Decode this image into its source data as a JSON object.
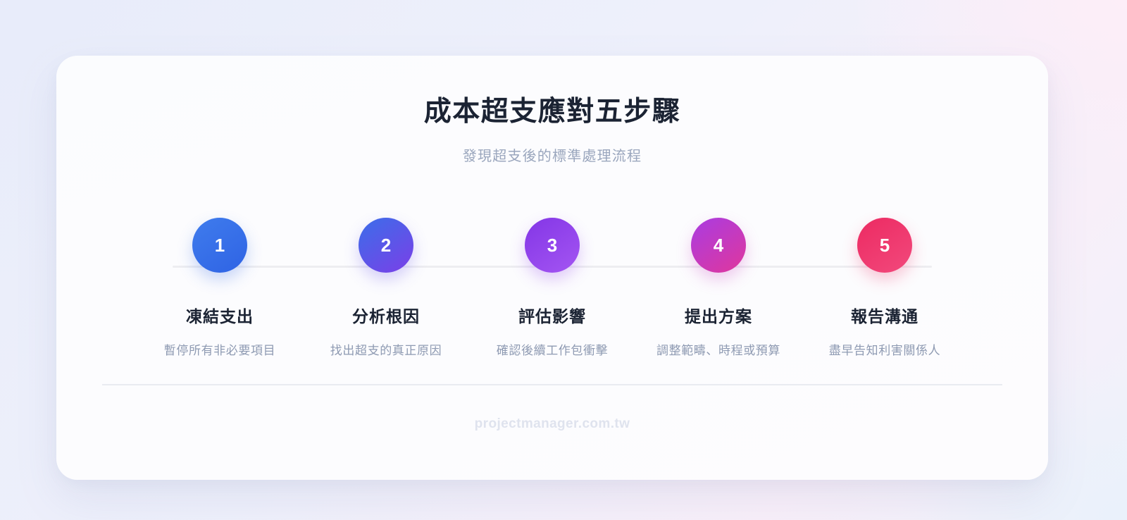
{
  "header": {
    "title": "成本超支應對五步驟",
    "subtitle": "發現超支後的標準處理流程"
  },
  "steps": [
    {
      "number": "1",
      "label": "凍結支出",
      "desc": "暫停所有非必要項目",
      "color_from": "#3f7ced",
      "color_to": "#2f63e4"
    },
    {
      "number": "2",
      "label": "分析根因",
      "desc": "找出超支的真正原因",
      "color_from": "#3b6ee9",
      "color_to": "#7b3fe8"
    },
    {
      "number": "3",
      "label": "評估影響",
      "desc": "確認後續工作包衝擊",
      "color_from": "#8336e6",
      "color_to": "#a455f2"
    },
    {
      "number": "4",
      "label": "提出方案",
      "desc": "調整範疇、時程或預算",
      "color_from": "#a93ce2",
      "color_to": "#e0379c"
    },
    {
      "number": "5",
      "label": "報告溝通",
      "desc": "盡早告知利害關係人",
      "color_from": "#ec2a62",
      "color_to": "#f2497c"
    }
  ],
  "footer": {
    "brand": "projectmanager.com.tw"
  },
  "theme": {
    "page_background": "#eaeefa",
    "card_background": "#fbfcfe",
    "title_color": "#1b2333",
    "subtitle_color": "#9aa6bd",
    "desc_color": "#8e9ab2",
    "connector_color": "#ededf1",
    "divider_color": "#e9ebf1",
    "footer_color": "#dfe3ee"
  }
}
